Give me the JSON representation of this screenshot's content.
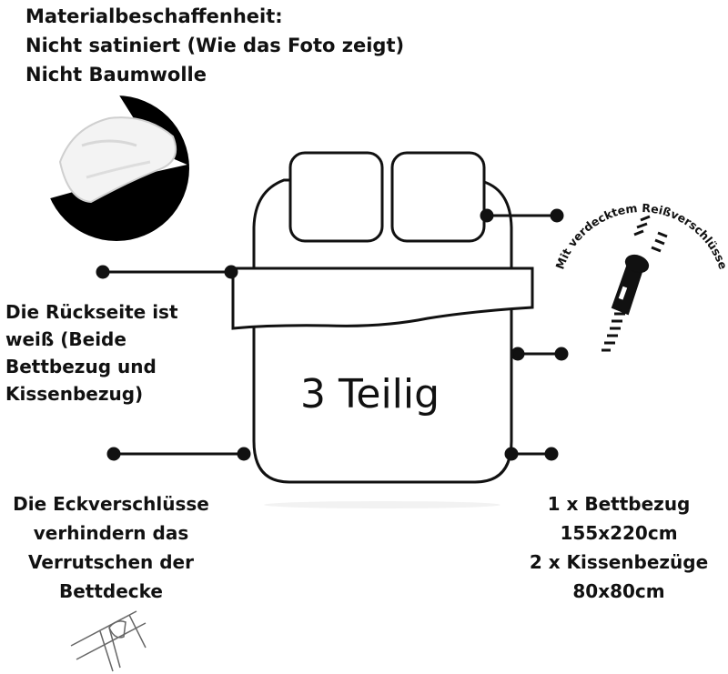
{
  "header": {
    "line1": "Materialbeschaffenheit:",
    "line2": "Nicht satiniert (Wie das Foto zeigt)",
    "line3": "Nicht Baumwolle"
  },
  "bed_label": "3 Teilig",
  "zipper_label": "Mit verdecktem Reißverschlüsse",
  "back_note": {
    "line1": "Die Rückseite ist",
    "line2": "weiß (Beide",
    "line3": "Bettbezug und",
    "line4": "Kissenbezug)"
  },
  "corner_note": {
    "line1": "Die Eckverschlüsse",
    "line2": "verhindern das",
    "line3": "Verrutschen der",
    "line4": "Bettdecke"
  },
  "size_note": {
    "line1": "1 x Bettbezug",
    "line2": "155x220cm",
    "line3": "2 x Kissenbezüge",
    "line4": "80x80cm"
  },
  "colors": {
    "ink": "#111111",
    "background": "#ffffff"
  },
  "icons": [
    "pillow-photo",
    "zipper-icon",
    "corner-tie-icon"
  ]
}
